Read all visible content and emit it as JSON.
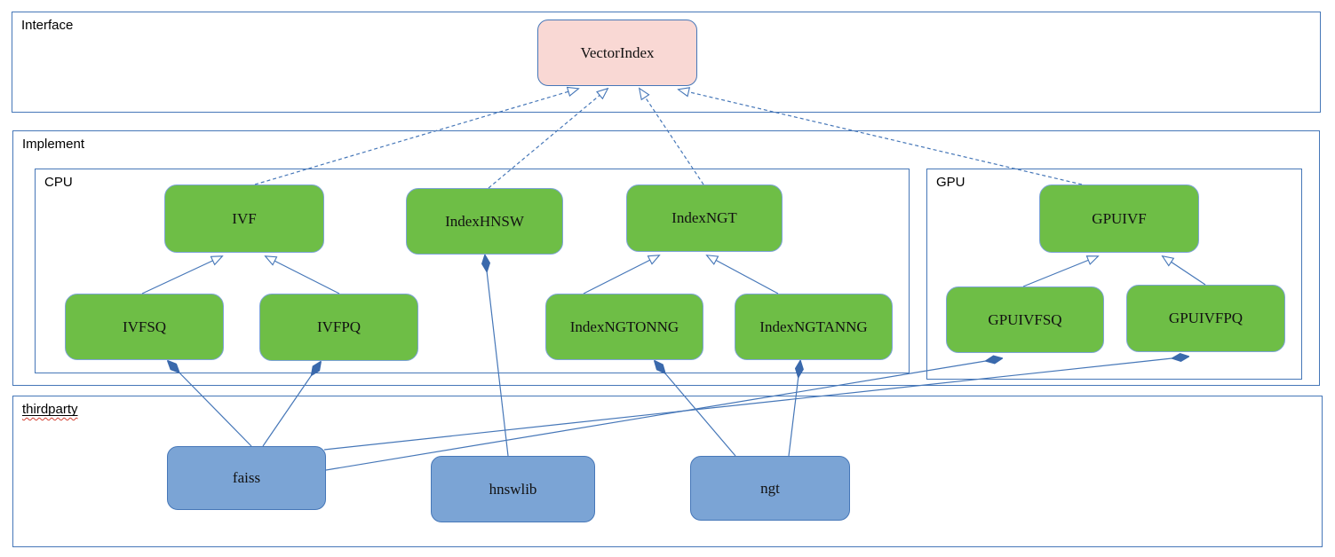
{
  "diagram": {
    "containers": {
      "interface": {
        "label": "Interface"
      },
      "implement": {
        "label": "Implement"
      },
      "cpu": {
        "label": "CPU"
      },
      "gpu": {
        "label": "GPU"
      },
      "thirdparty": {
        "label": "thirdparty"
      }
    },
    "nodes": {
      "vectorindex": {
        "label": "VectorIndex",
        "group": "interface"
      },
      "ivf": {
        "label": "IVF",
        "group": "cpu"
      },
      "indexhnsw": {
        "label": "IndexHNSW",
        "group": "cpu"
      },
      "indexngt": {
        "label": "IndexNGT",
        "group": "cpu"
      },
      "ivfsq": {
        "label": "IVFSQ",
        "group": "cpu"
      },
      "ivfpq": {
        "label": "IVFPQ",
        "group": "cpu"
      },
      "indexngtonng": {
        "label": "IndexNGTONNG",
        "group": "cpu"
      },
      "indexngtanng": {
        "label": "IndexNGTANNG",
        "group": "cpu"
      },
      "gpuivf": {
        "label": "GPUIVF",
        "group": "gpu"
      },
      "gpuivfsq": {
        "label": "GPUIVFSQ",
        "group": "gpu"
      },
      "gpuivfpq": {
        "label": "GPUIVFPQ",
        "group": "gpu"
      },
      "faiss": {
        "label": "faiss",
        "group": "thirdparty"
      },
      "hnswlib": {
        "label": "hnswlib",
        "group": "thirdparty"
      },
      "ngt": {
        "label": "ngt",
        "group": "thirdparty"
      }
    },
    "edges": [
      {
        "from": "IVF",
        "to": "VectorIndex",
        "type": "realization"
      },
      {
        "from": "IndexHNSW",
        "to": "VectorIndex",
        "type": "realization"
      },
      {
        "from": "IndexNGT",
        "to": "VectorIndex",
        "type": "realization"
      },
      {
        "from": "GPUIVF",
        "to": "VectorIndex",
        "type": "realization"
      },
      {
        "from": "IVFSQ",
        "to": "IVF",
        "type": "generalization"
      },
      {
        "from": "IVFPQ",
        "to": "IVF",
        "type": "generalization"
      },
      {
        "from": "IndexNGTONNG",
        "to": "IndexNGT",
        "type": "generalization"
      },
      {
        "from": "IndexNGTANNG",
        "to": "IndexNGT",
        "type": "generalization"
      },
      {
        "from": "GPUIVFSQ",
        "to": "GPUIVF",
        "type": "generalization"
      },
      {
        "from": "GPUIVFPQ",
        "to": "GPUIVF",
        "type": "generalization"
      },
      {
        "from": "faiss",
        "to": "IVFSQ",
        "type": "composition"
      },
      {
        "from": "faiss",
        "to": "IVFPQ",
        "type": "composition"
      },
      {
        "from": "faiss",
        "to": "GPUIVFSQ",
        "type": "composition"
      },
      {
        "from": "faiss",
        "to": "GPUIVFPQ",
        "type": "composition"
      },
      {
        "from": "hnswlib",
        "to": "IndexHNSW",
        "type": "composition"
      },
      {
        "from": "ngt",
        "to": "IndexNGTONNG",
        "type": "composition"
      },
      {
        "from": "ngt",
        "to": "IndexNGTANNG",
        "type": "composition"
      }
    ],
    "colors": {
      "line": "#4677b8",
      "container_border": "#4677b8",
      "interface_node_fill": "#f9d8d4",
      "implementation_node_fill": "#6ebe46",
      "thirdparty_node_fill": "#7ba4d5",
      "spellcheck_underline": "#d23f31"
    }
  }
}
